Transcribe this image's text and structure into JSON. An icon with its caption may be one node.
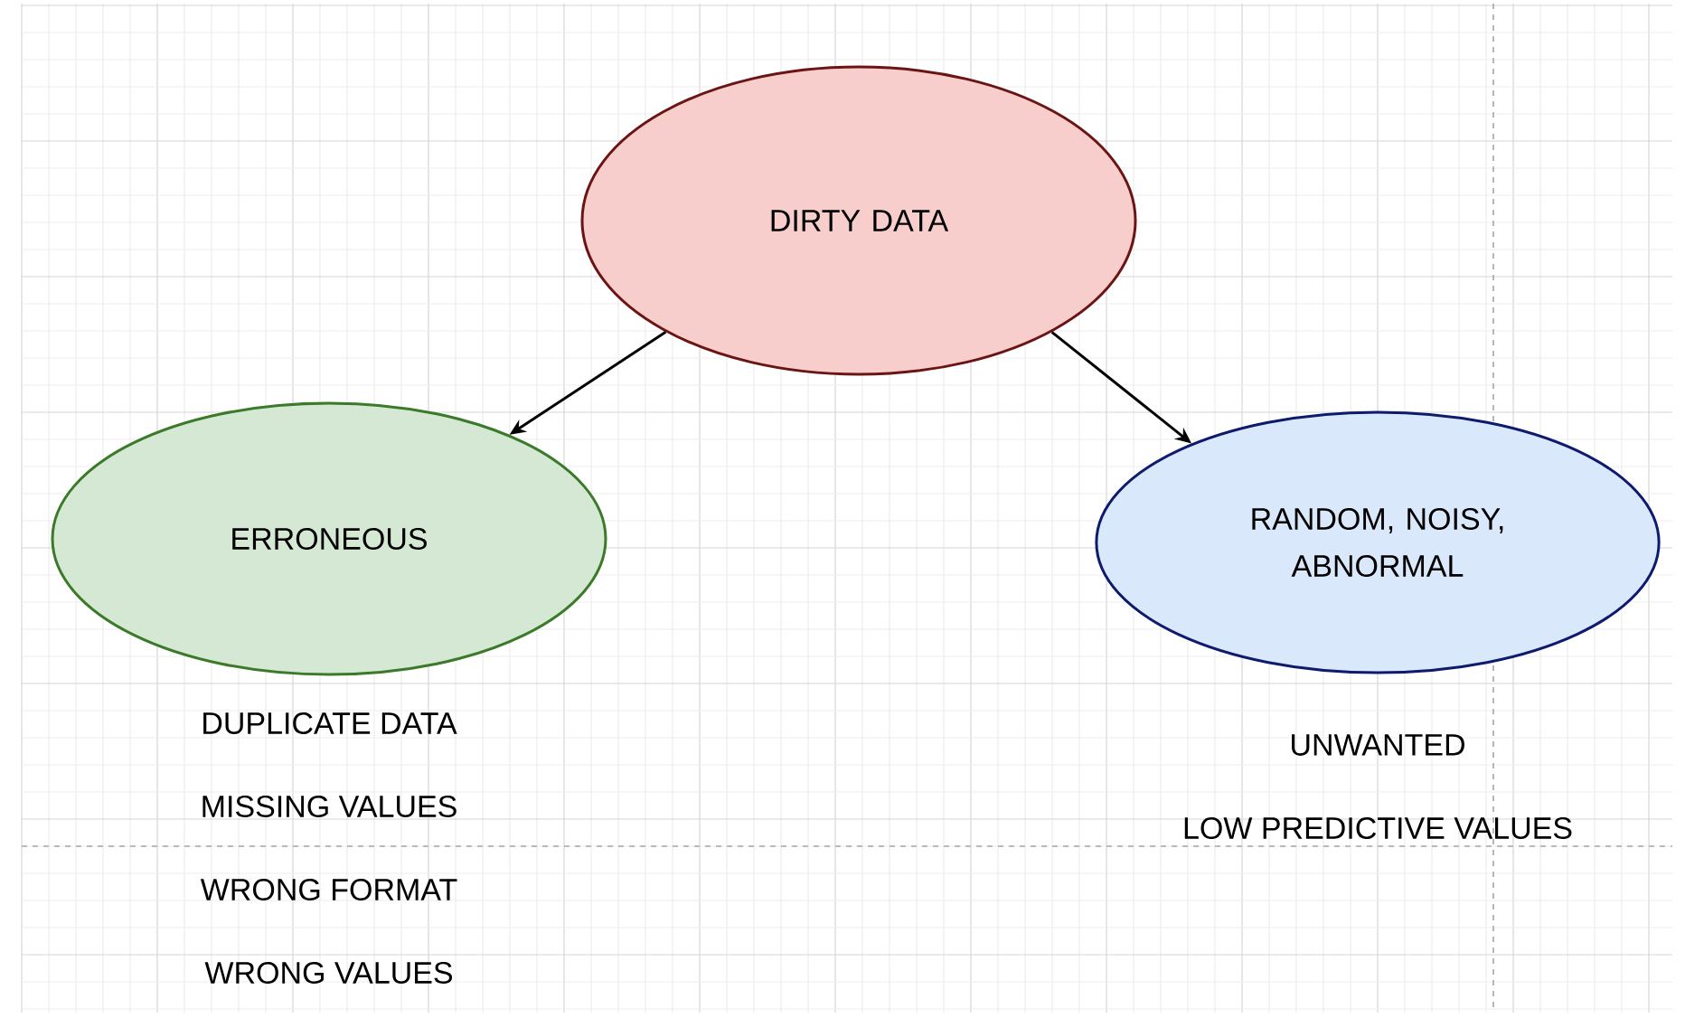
{
  "diagram": {
    "nodes": [
      {
        "text": [
          "DIRTY DATA"
        ]
      },
      {
        "text": [
          "ERRONEOUS"
        ],
        "beside": [
          "DUPLICATE DATA",
          "MISSING VALUES",
          "WRONG FORMAT",
          "WRONG VALUES"
        ]
      },
      {
        "text": [
          "RANDOM, NOISY, ABNORMAL"
        ],
        "beside": [
          "UNWANTED",
          "LOW PREDICTIVE VALUES"
        ]
      }
    ],
    "edges": [
      {
        "from": 0,
        "to": 1,
        "arrow": "to"
      },
      {
        "from": 0,
        "to": 2,
        "arrow": "to"
      }
    ]
  }
}
